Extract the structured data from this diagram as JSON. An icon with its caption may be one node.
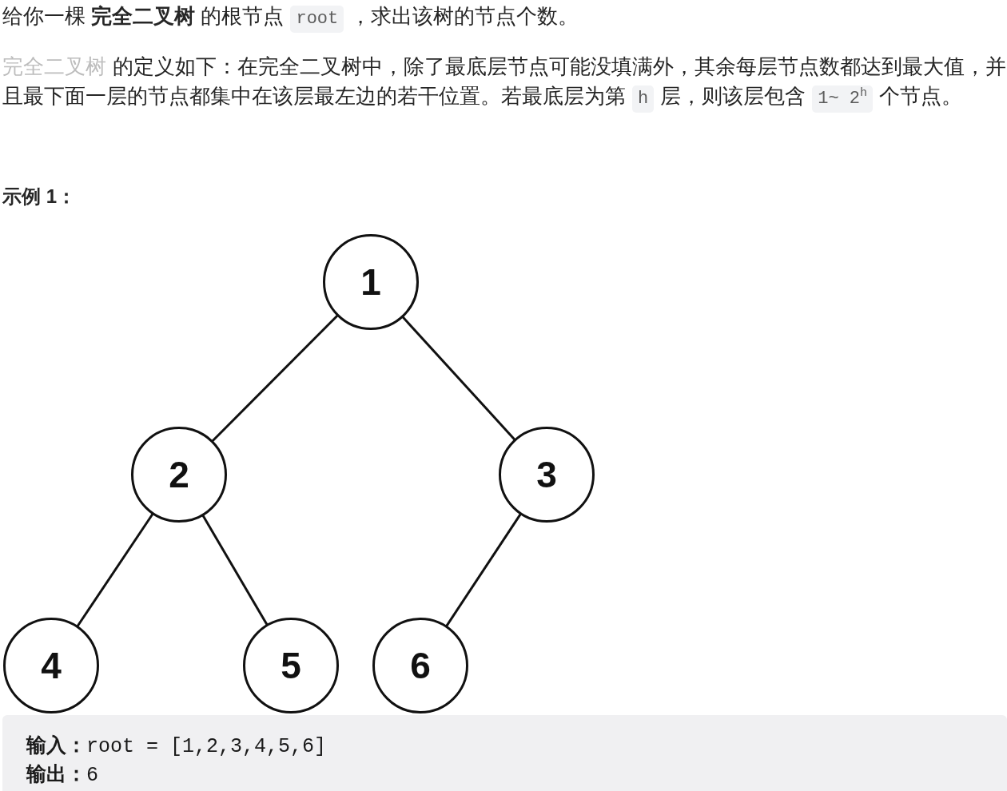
{
  "diagram": {
    "nodes": [
      {
        "text": [
          "1"
        ]
      },
      {
        "text": [
          "2"
        ]
      },
      {
        "text": [
          "3"
        ]
      },
      {
        "text": [
          "4"
        ]
      },
      {
        "text": [
          "5"
        ]
      },
      {
        "text": [
          "6"
        ]
      }
    ],
    "edges": [
      {
        "from": 0,
        "to": 1,
        "arrow": "none"
      },
      {
        "from": 0,
        "to": 2,
        "arrow": "none"
      },
      {
        "from": 1,
        "to": 3,
        "arrow": "none"
      },
      {
        "from": 1,
        "to": 4,
        "arrow": "none"
      },
      {
        "from": 2,
        "to": 5,
        "arrow": "none"
      }
    ],
    "labels": [
      "给你一棵 **完全二叉树** 的根节点",
      "root",
      "，求出该树的节点个数。",
      "完全二叉树",
      "的定义如下：在完全二叉树中，除了最底层节点可能没填满外，其余每层节点数都达到最大值，并",
      "且最下面一层的节点都集中在该层最左边的若干位置。若最底层为第",
      "h",
      "层，则该层包含",
      "1~ 2$^{h}$",
      "个节点。",
      "示例 1：",
      "**输入：**root = [1,2,3,4,5,6]",
      "**输出：**6"
    ]
  }
}
